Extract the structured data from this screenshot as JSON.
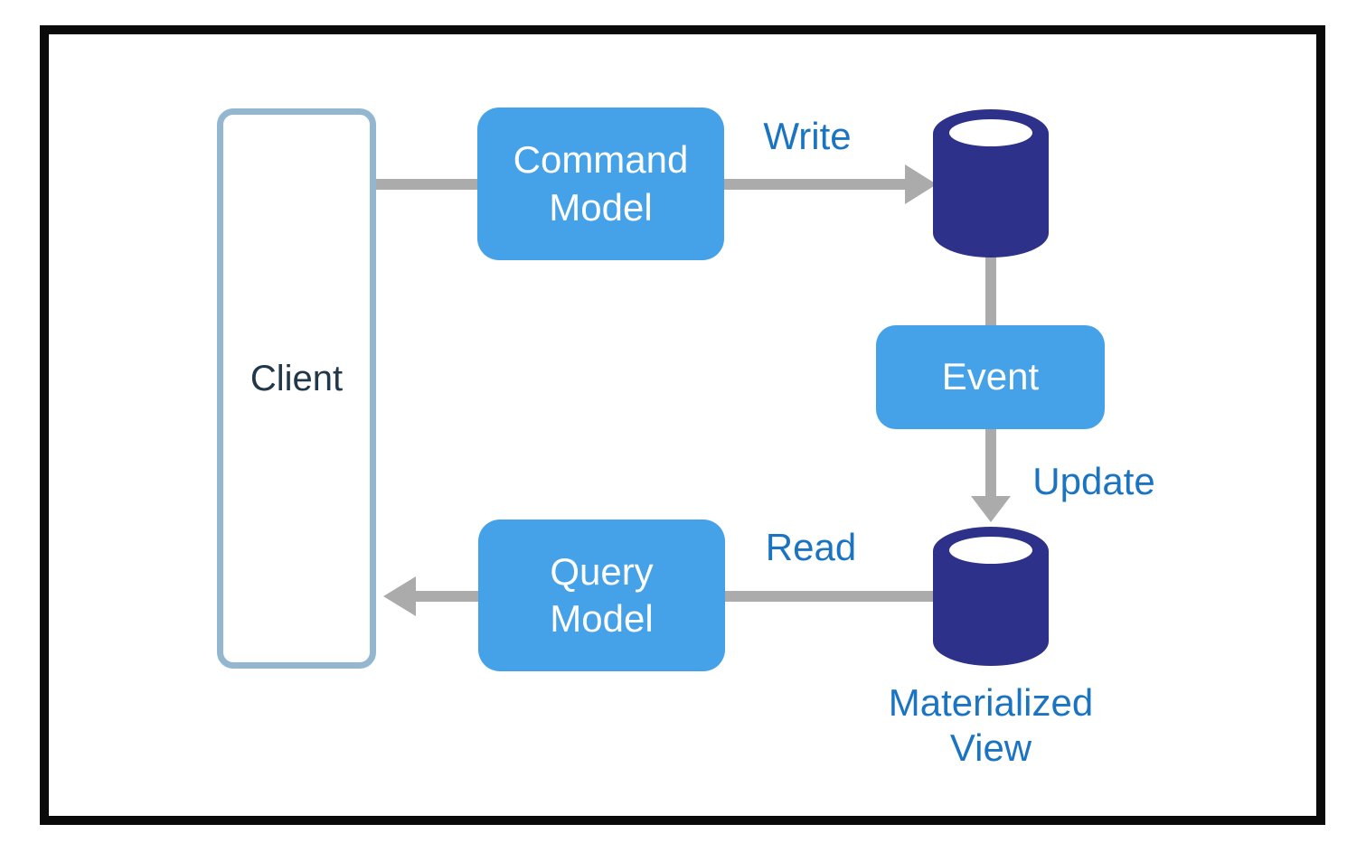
{
  "colors": {
    "box_blue": "#45A1E8",
    "cylinder_navy": "#2D3189",
    "arrow_gray": "#ABABAB",
    "label_blue": "#1B74C2",
    "client_border": "#92B7CF",
    "client_text": "#21374A",
    "frame_black": "#0A0A0A",
    "box_text": "#FFFFFF",
    "background": "#FFFFFF"
  },
  "nodes": {
    "client": {
      "label": "Client"
    },
    "command_model": {
      "label": "Command Model"
    },
    "event": {
      "label": "Event"
    },
    "query_model": {
      "label": "Query Model"
    },
    "write_store": {
      "icon": "database-cylinder-icon"
    },
    "materialized_view": {
      "icon": "database-cylinder-icon",
      "label": "Materialized View"
    }
  },
  "edges": {
    "command_to_write_store": {
      "label": "Write"
    },
    "event_to_materialized_view": {
      "label": "Update"
    },
    "materialized_view_to_query": {
      "label": "Read"
    }
  }
}
